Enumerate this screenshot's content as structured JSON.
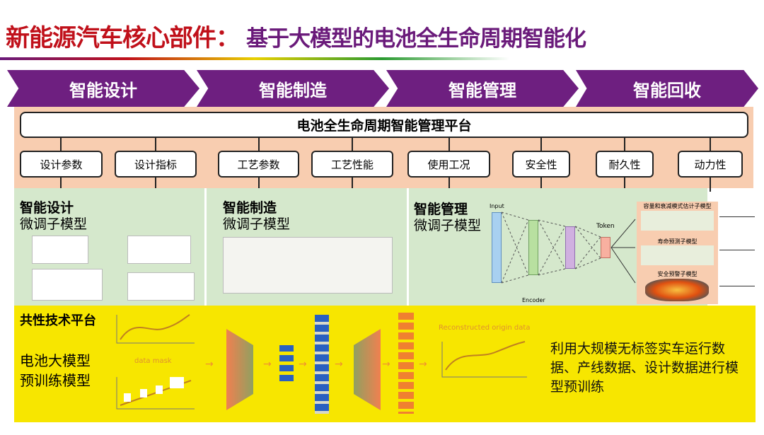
{
  "title": {
    "main": "新能源汽车核心部件：",
    "sub": "基于大模型的电池全生命周期智能化"
  },
  "stages": [
    "智能设计",
    "智能制造",
    "智能管理",
    "智能回收"
  ],
  "platform": "电池全生命周期智能管理平台",
  "boxes": [
    "设计参数",
    "设计指标",
    "工艺参数",
    "工艺性能",
    "使用工况",
    "安全性",
    "耐久性",
    "动力性"
  ],
  "sections": [
    {
      "title": "智能设计",
      "subtitle": "微调子模型"
    },
    {
      "title": "智能制造",
      "subtitle": "微调子模型"
    },
    {
      "title": "智能管理",
      "subtitle": "微调子模型"
    }
  ],
  "management": {
    "input": "Input",
    "token": "Token",
    "encoder": "Encoder",
    "submodels": [
      "容量和衰减模式估计子模型",
      "寿命预测子模型",
      "安全预警子模型"
    ]
  },
  "common": {
    "title": "共性技术平台",
    "model": [
      "电池大模型",
      "预训练模型"
    ],
    "mask": "data mask",
    "reconstructed": "Reconstructed origin data",
    "desc": "利用大规模无标签实车运行数据、产线数据、设计数据进行模型预训练"
  },
  "colors": {
    "purple": "#6e1f80",
    "red": "#c0101a",
    "peach": "#f8cdb0",
    "green": "#d5e8cc",
    "yellow": "#f7e600"
  }
}
